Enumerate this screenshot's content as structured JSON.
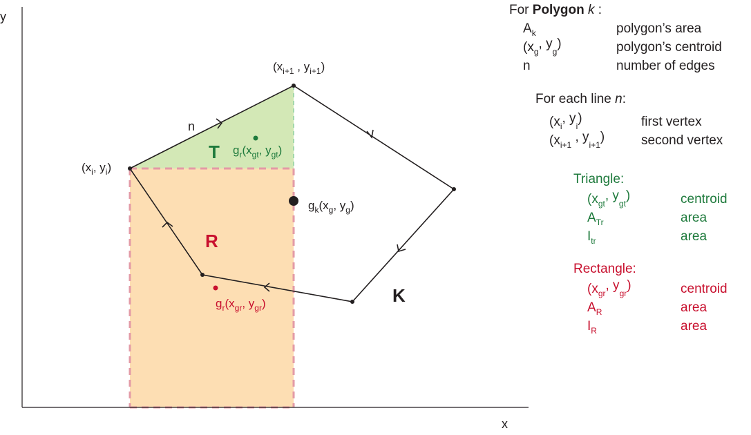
{
  "axes": {
    "x_label": "x",
    "y_label": "y"
  },
  "shape_labels": {
    "triangle": "T",
    "rectangle": "R",
    "polygon": "K"
  },
  "edge_label": "n",
  "points": {
    "vi": {
      "open": "(x",
      "sub1": "i",
      "comma": ", y",
      "sub2": "i",
      "close": ")"
    },
    "vi1": {
      "open": "(x",
      "sub1": "i+1",
      "comma": " , y",
      "sub2": "i+1",
      "close": ")"
    },
    "gk": {
      "g": "g",
      "gsub": "k",
      "open": "(x",
      "sub1": "g",
      "comma": ", y",
      "sub2": "g",
      "close": ")"
    },
    "gt": {
      "g": "g",
      "gsub": "r",
      "open": "(x",
      "sub1": "gt",
      "comma": ", y",
      "sub2": "gt",
      "close": ")"
    },
    "gr": {
      "g": "g",
      "gsub": "r",
      "open": "(x",
      "sub1": "gr",
      "comma": ", y",
      "sub2": "gr",
      "close": ")"
    }
  },
  "legend": {
    "heading_prefix": "For ",
    "heading_bold": "Polygon",
    "heading_italic": " k",
    "heading_suffix": " :",
    "polygon_rows": [
      {
        "sym": "A",
        "sub": "k",
        "sym2": "",
        "sub2": "",
        "close": "",
        "desc": "polygon’s area"
      },
      {
        "sym": "(x",
        "sub": "g",
        "sym2": ", y",
        "sub2": "g",
        "close": ")",
        "desc": "polygon’s centroid"
      },
      {
        "sym": "n",
        "sub": "",
        "sym2": "",
        "sub2": "",
        "close": "",
        "desc": "number of edges"
      }
    ],
    "line_heading_prefix": "For each line ",
    "line_heading_italic": "n",
    "line_heading_suffix": ":",
    "line_rows": [
      {
        "sym": "(x",
        "sub": "i",
        "sym2": ", y",
        "sub2": "i",
        "close": ")",
        "desc": "first vertex"
      },
      {
        "sym": "(x",
        "sub": "i+1",
        "sym2": " , y",
        "sub2": "i+1",
        "close": ")",
        "desc": "second vertex"
      }
    ],
    "triangle_heading": "Triangle:",
    "triangle_rows": [
      {
        "sym": "(x",
        "sub": "gt",
        "sym2": ", y",
        "sub2": "gt",
        "close": ")",
        "desc": "centroid"
      },
      {
        "sym": "A",
        "sub": "Tr",
        "sym2": "",
        "sub2": "",
        "close": "",
        "desc": "area"
      },
      {
        "sym": "I",
        "sub": "tr",
        "sym2": "",
        "sub2": "",
        "close": "",
        "desc": "area"
      }
    ],
    "rectangle_heading": "Rectangle:",
    "rectangle_rows": [
      {
        "sym": "(x",
        "sub": "gr",
        "sym2": ", y",
        "sub2": "gr",
        "close": ")",
        "desc": "centroid"
      },
      {
        "sym": "A",
        "sub": "R",
        "sym2": "",
        "sub2": "",
        "close": "",
        "desc": "area"
      },
      {
        "sym": "I",
        "sub": "R",
        "sym2": "",
        "sub2": "",
        "close": "",
        "desc": "area"
      }
    ]
  },
  "colors": {
    "triangle_fill": "#d3e8b6",
    "rectangle_fill": "#fddeb3",
    "dash": "#e39aa6",
    "green": "#1e7a3c",
    "red": "#c8102e",
    "line": "#231f20"
  }
}
